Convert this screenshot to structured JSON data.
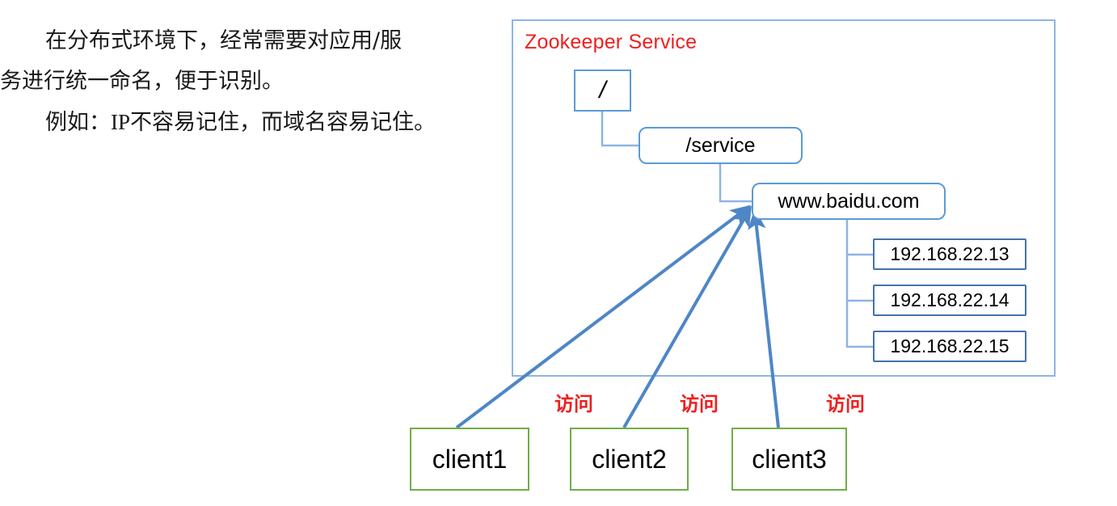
{
  "explanation": {
    "line1": "在分布式环境下，经常需要对应用/服",
    "line2": "务进行统一命名，便于识别。",
    "line3_prefix": "例如：",
    "line3_serif": "IP",
    "line3_suffix": "不容易记住，而域名容易记住。"
  },
  "diagram": {
    "title": "Zookeeper Service",
    "title_color": "#ef2020",
    "frame_color": "#8eb4e3",
    "node_color": "#5b9bd5",
    "ip_border_color": "#4472a8",
    "client_border_color": "#70ad47",
    "connector_color": "#5b9bd5",
    "arrow_color": "#4e86c6",
    "tree": {
      "root": "/",
      "service": "/service",
      "domain": "www.baidu.com",
      "ips": [
        "192.168.22.13",
        "192.168.22.14",
        "192.168.22.15"
      ]
    },
    "clients": [
      "client1",
      "client2",
      "client3"
    ],
    "access_labels": [
      "访问",
      "访问",
      "访问"
    ]
  }
}
